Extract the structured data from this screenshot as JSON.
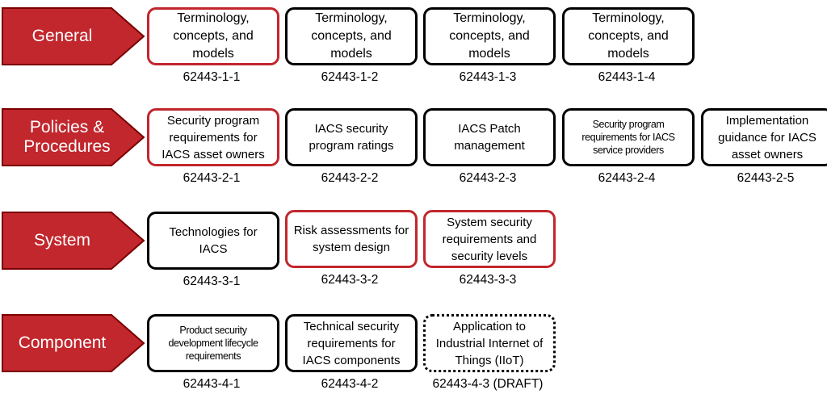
{
  "colors": {
    "category_fill": "#c1272d",
    "category_border": "#7a0000",
    "highlight_border": "#c1272d"
  },
  "rows": [
    {
      "category": "General",
      "cards": [
        {
          "text": "Terminology, concepts, and models",
          "code": "62443-1-1",
          "style": "red",
          "size": "big"
        },
        {
          "text": "Terminology, concepts, and models",
          "code": "62443-1-2",
          "style": "normal",
          "size": "big"
        },
        {
          "text": "Terminology, concepts, and models",
          "code": "62443-1-3",
          "style": "normal",
          "size": "big"
        },
        {
          "text": "Terminology, concepts, and models",
          "code": "62443-1-4",
          "style": "normal",
          "size": "big"
        }
      ]
    },
    {
      "category": "Policies & Procedures",
      "cards": [
        {
          "text": "Security program requirements for IACS asset owners",
          "code": "62443-2-1",
          "style": "red",
          "size": "normal"
        },
        {
          "text": "IACS security program ratings",
          "code": "62443-2-2",
          "style": "normal",
          "size": "normal"
        },
        {
          "text": "IACS Patch management",
          "code": "62443-2-3",
          "style": "normal",
          "size": "normal"
        },
        {
          "text": "Security program requirements for IACS service providers",
          "code": "62443-2-4",
          "style": "normal",
          "size": "small"
        },
        {
          "text": "Implementation guidance for IACS asset owners",
          "code": "62443-2-5",
          "style": "normal",
          "size": "normal"
        }
      ]
    },
    {
      "category": "System",
      "cards": [
        {
          "text": "Technologies for IACS",
          "code": "62443-3-1",
          "style": "normal",
          "size": "normal"
        },
        {
          "text": "Risk assessments for system design",
          "code": "62443-3-2",
          "style": "red",
          "size": "normal"
        },
        {
          "text": "System security requirements and security levels",
          "code": "62443-3-3",
          "style": "red",
          "size": "normal"
        }
      ]
    },
    {
      "category": "Component",
      "cards": [
        {
          "text": "Product security development lifecycle requirements",
          "code": "62443-4-1",
          "style": "normal",
          "size": "small"
        },
        {
          "text": "Technical security requirements for IACS components",
          "code": "62443-4-2",
          "style": "normal",
          "size": "normal"
        },
        {
          "text": "Application to Industrial Internet of Things (IIoT)",
          "code": "62443-4-3 (DRAFT)",
          "style": "dashed",
          "size": "normal"
        }
      ]
    }
  ]
}
